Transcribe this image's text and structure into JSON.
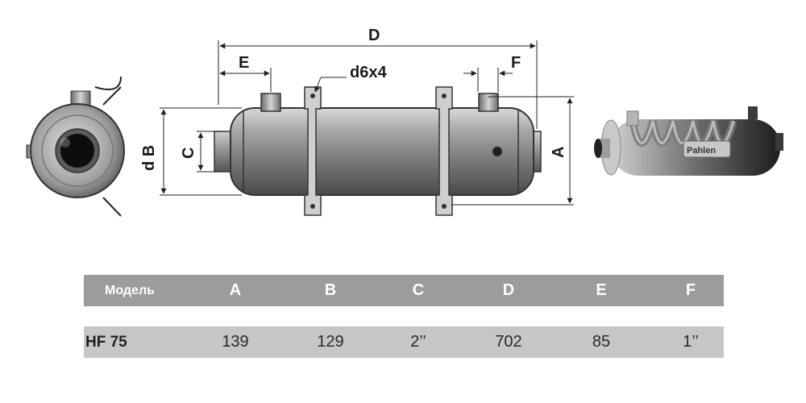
{
  "diagram": {
    "labels": {
      "A": "A",
      "dB": "d B",
      "C": "C",
      "D": "D",
      "E": "E",
      "F": "F",
      "d6x4": "d6x4"
    },
    "brand": "Pahlen"
  },
  "table": {
    "header": [
      "Модель",
      "A",
      "B",
      "C",
      "D",
      "E",
      "F"
    ],
    "rows": [
      [
        "HF 75",
        "139",
        "129",
        "2’’",
        "702",
        "85",
        "1’’"
      ]
    ]
  },
  "colors": {
    "header_bg": "#9c9c9c",
    "row_bg": "#c6c6c6"
  }
}
